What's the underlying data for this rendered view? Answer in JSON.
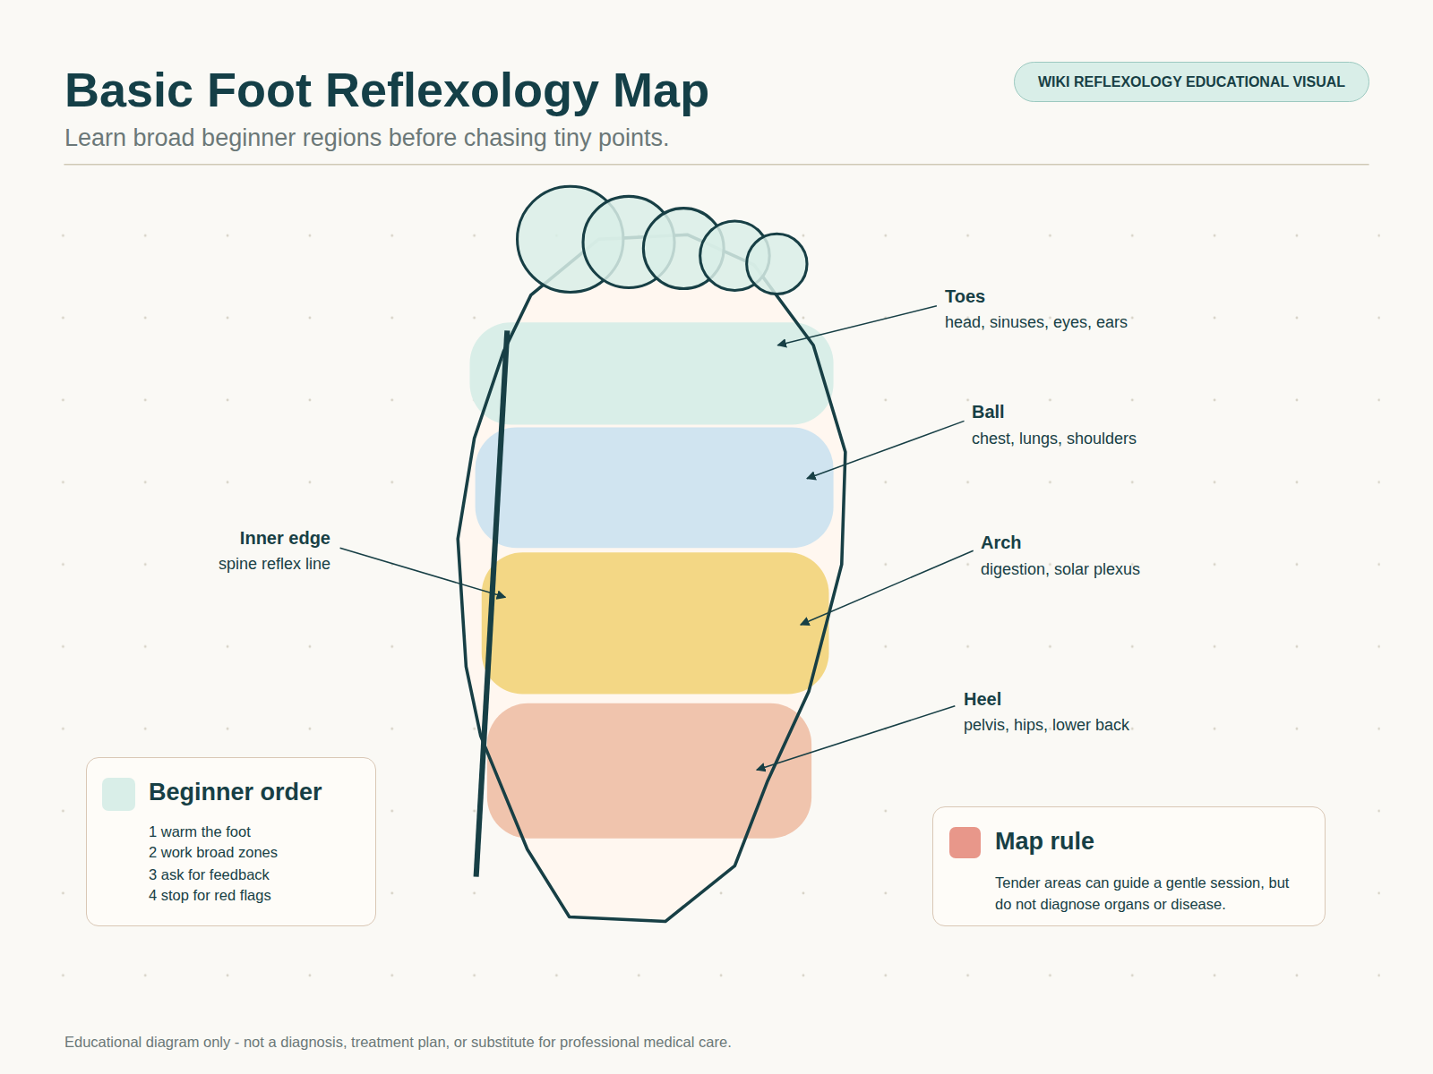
{
  "diagram": {
    "title": "Basic Foot Reflexology Map",
    "nodes": [
      {
        "text": [
          "WIKI REFLEXOLOGY EDUCATIONAL VISUAL"
        ]
      },
      {
        "text": [
          "Beginner order",
          "1 warm the foot",
          "2 work broad zones",
          "3 ask for feedback",
          "4 stop for red flags"
        ]
      },
      {
        "text": [
          "Map rule",
          "Tender areas can guide a gentle session, but do not diagnose organs or disease."
        ]
      }
    ],
    "labels": [
      "Learn broad beginner regions before chasing tiny points.",
      "Toes",
      "head, sinuses, eyes, ears",
      "Ball",
      "chest, lungs, shoulders",
      "Arch",
      "digestion, solar plexus",
      "Heel",
      "pelvis, hips, lower back",
      "Inner edge",
      "spine reflex line",
      "Educational diagram only - not a diagnosis, treatment plan, or substitute for professional medical care."
    ]
  }
}
